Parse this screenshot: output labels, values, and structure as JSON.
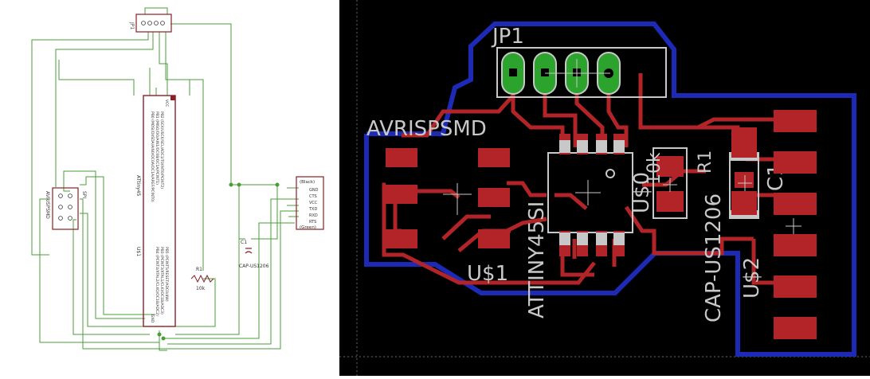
{
  "schematic": {
    "jp1_label": "JP1",
    "avrisp_label": "AVRISPSMD",
    "avrisp_pin_label": "SPI",
    "chip_name": "ATtiny45",
    "chip_ref": "U$1",
    "chip_left_pins": [
      "PB5 (PCINT5/RESET/ADC0/dW)",
      "PB3 (PCINT3/XTAL1/CLKI/OC1B/ADC3)",
      "PB4 (PCINT4/XTAL2/CLKO/OC1B/ADC2)",
      "GND"
    ],
    "chip_right_pins": [
      "VCC",
      "PB2 (SCK/USCK/SCL/ADC1/T0/INT0/PCINT2)",
      "PB1 (MISO/DO/AIN1/OC0B/OC1A/PCINT1)",
      "PB0 (MOSI/DI/SDA/AIN0/OC0A/OC1A/AREF/PCINT0)"
    ],
    "cap_ref": "C1",
    "cap_value": "CAP-US1206",
    "res_ref": "R1",
    "res_value": "10k",
    "ftdi_label": "(Black)",
    "ftdi_pins": [
      "GND",
      "CTS",
      "VCC",
      "TXD",
      "RXD",
      "RTS"
    ],
    "ftdi_bottom": "(Green)"
  },
  "board": {
    "jp1": "JP1",
    "avrispsmd": "AVRISPSMD",
    "u1": "U$1",
    "attiny": "ATTINY45SI",
    "r1_val": "10k",
    "u_sub": "U$0",
    "r1_ref": "R1",
    "cap_value": "CAP-US1206",
    "c1": "C1",
    "u2": "U$2"
  },
  "colors": {
    "board_bg": "#000000",
    "top_copper": "#b22428",
    "bottom_copper": "#1d2ab5",
    "pad": "#b22428",
    "via_ring": "#2ca32c",
    "silk": "#c8c8c8",
    "schematic_wire": "#4a9e3a",
    "schematic_part": "#8a1f26"
  }
}
